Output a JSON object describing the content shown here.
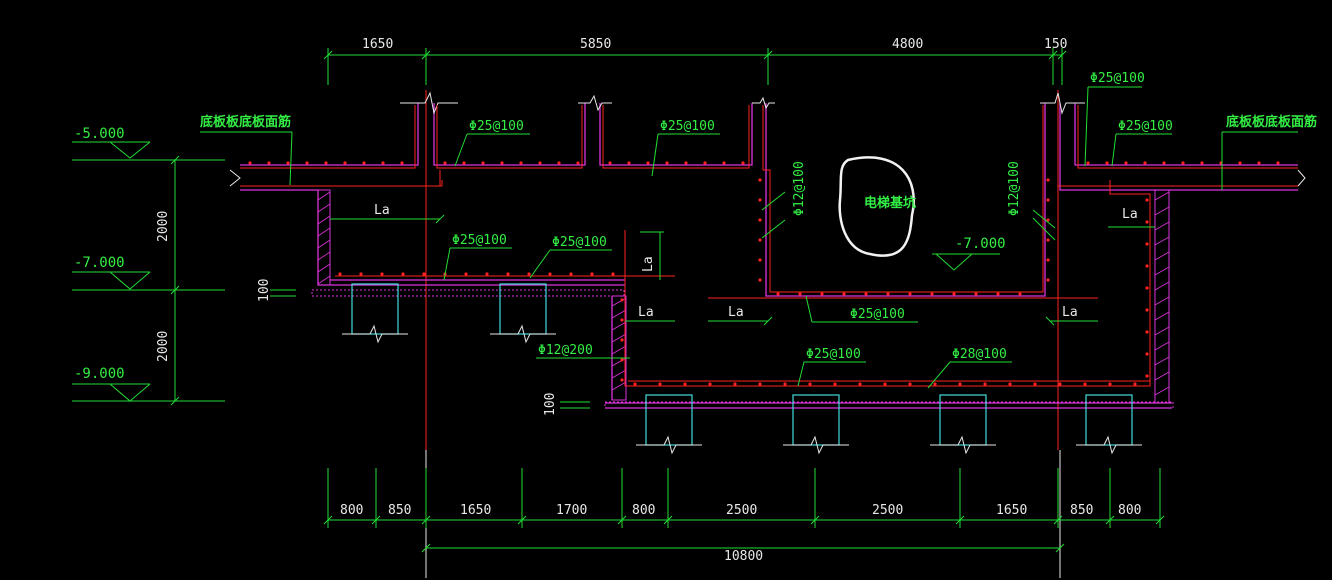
{
  "drawing": {
    "top_dims": [
      "1650",
      "5850",
      "4800",
      "150"
    ],
    "bottom_dims": [
      "800",
      "850",
      "1650",
      "1700",
      "800",
      "2500",
      "2500",
      "1650",
      "850",
      "800"
    ],
    "total_dim": "10800",
    "left_vertical_dims": [
      "2000",
      "2000"
    ],
    "small_dims": [
      "100",
      "100"
    ],
    "elevations": [
      "-5.000",
      "-7.000",
      "-9.000"
    ],
    "pit_elevation": "-7.000",
    "pit_label": "电梯基坑",
    "rebar_notes": {
      "left_top_cjk": "底板板底板面筋",
      "right_top_cjk": "底板板底板面筋",
      "top_1": "Φ25@100",
      "top_2": "Φ25@100",
      "top_right_1": "Φ25@100",
      "top_right_2": "Φ25@100",
      "mid_1": "Φ25@100",
      "mid_2": "Φ25@100",
      "pit_bottom": "Φ25@100",
      "wall_left": "Φ12@100",
      "wall_right": "Φ12@100",
      "step_wall": "Φ12@200",
      "deep_1": "Φ25@100",
      "deep_2": "Φ28@100"
    },
    "anchorage_labels": [
      "La",
      "La",
      "La",
      "La",
      "La",
      "La"
    ],
    "colors": {
      "background": "#000000",
      "dimension": "#e8e8e8",
      "annotation": "#33ee44",
      "rebar": "#ff2222",
      "concrete": "#dd33dd",
      "pile": "#44dddd"
    }
  }
}
